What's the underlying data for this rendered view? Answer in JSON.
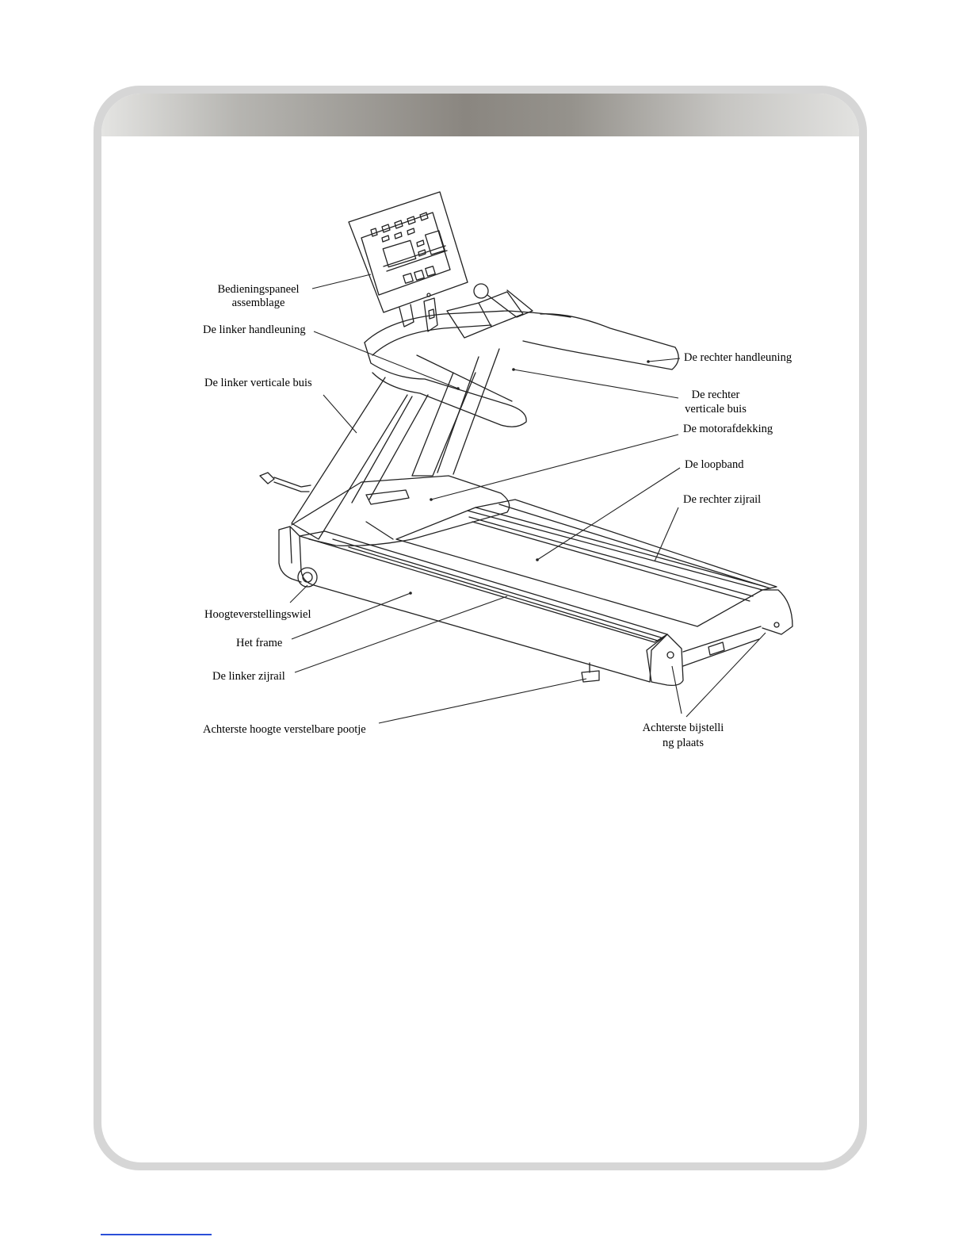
{
  "labels": {
    "control_panel": [
      "Bedieningspaneel",
      "assemblage"
    ],
    "left_handrail": "De linker handleuning",
    "left_upright": "De linker verticale buis",
    "height_wheel": "Hoogteverstellingswiel",
    "frame": "Het frame",
    "left_side_rail": "De linker zijrail",
    "rear_foot": "Achterste hoogte verstelbare pootje",
    "right_handrail": "De rechter handleuning",
    "right_upright": [
      "De rechter",
      "verticale buis"
    ],
    "motor_cover": "De motorafdekking",
    "belt": "De loopband",
    "right_side_rail": "De rechter zijrail",
    "rear_adjust_plate": [
      "Achterste bijstelli",
      "ng plaats"
    ]
  },
  "colors": {
    "frame_border": "#d6d6d6",
    "footer_link": "#2b4fd8"
  }
}
